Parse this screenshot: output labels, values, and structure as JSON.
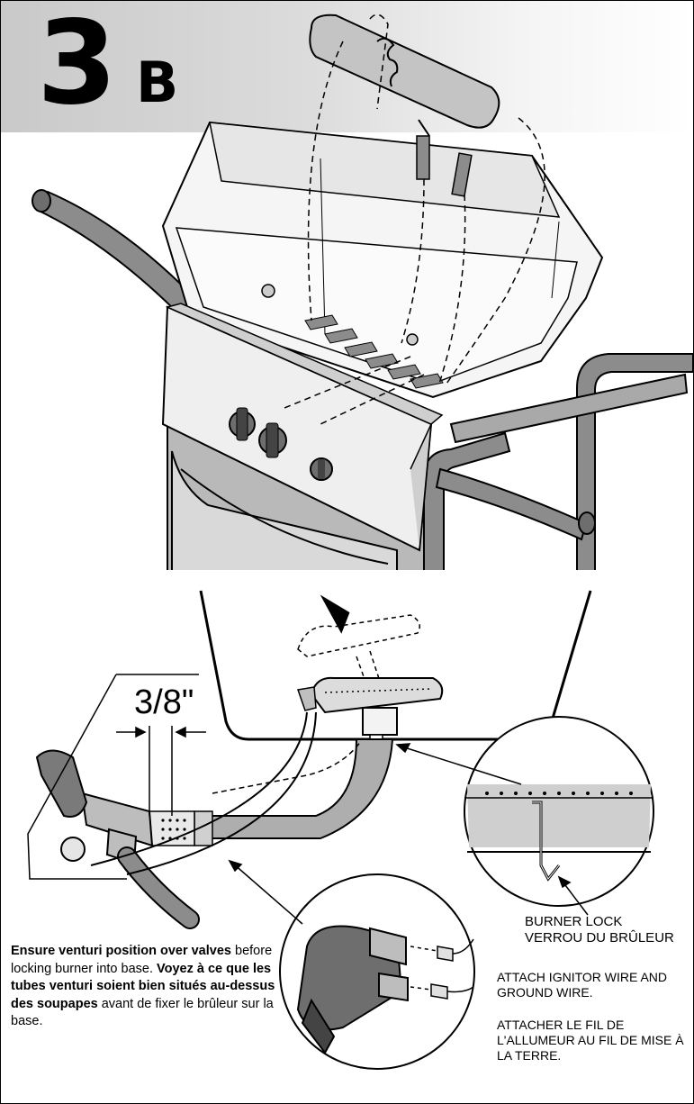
{
  "step": {
    "number": "3",
    "letter": "B"
  },
  "measurement": "3/8\"",
  "burner_lock": {
    "line1": "BURNER LOCK",
    "line2": "VERROU DU BRÛLEUR"
  },
  "attach": {
    "en": "ATTACH IGNITOR WIRE AND GROUND WIRE.",
    "fr": "ATTACHER LE FIL DE L'ALLUMEUR AU FIL DE MISE À LA TERRE."
  },
  "note": {
    "en_bold": "Ensure venturi position over valves",
    "en_rest": "before locking burner into base.",
    "fr_bold": "Voyez à ce que les tubes venturi soient bien situés au-dessus des soupapes",
    "fr_rest": "avant de fixer le brûleur sur la base."
  }
}
